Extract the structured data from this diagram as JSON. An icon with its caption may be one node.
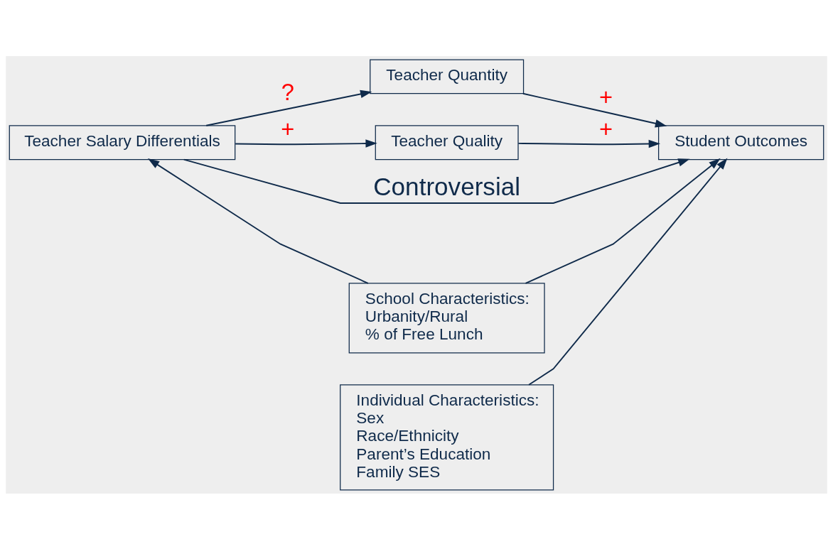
{
  "diagram": {
    "nodes": [
      {
        "text": [
          "Teacher Salary Differentials"
        ]
      },
      {
        "text": [
          "Teacher Quantity"
        ]
      },
      {
        "text": [
          "Teacher Quality"
        ]
      },
      {
        "text": [
          "Student Outcomes"
        ]
      },
      {
        "text": [
          "Individual Characteristics:",
          "Sex",
          "Race/Ethnicity",
          "Parent’s Education",
          "Family SES"
        ]
      },
      {
        "text": [
          "School Characteristics:",
          "Urbanity/Rural",
          "% of Free Lunch"
        ]
      }
    ],
    "edges": [
      {
        "from": 0,
        "to": 3,
        "arrow": "to",
        "label": "Controversial"
      },
      {
        "from": 0,
        "to": 1,
        "arrow": "to",
        "label": "?"
      },
      {
        "from": 0,
        "to": 2,
        "arrow": "to",
        "label": "+"
      },
      {
        "from": 1,
        "to": 3,
        "arrow": "to",
        "label": "+"
      },
      {
        "from": 2,
        "to": 3,
        "arrow": "to",
        "label": "+"
      },
      {
        "from": 4,
        "to": 3,
        "arrow": "to"
      },
      {
        "from": 5,
        "to": 3,
        "arrow": "to"
      },
      {
        "from": 5,
        "to": 0,
        "arrow": "to"
      }
    ]
  }
}
